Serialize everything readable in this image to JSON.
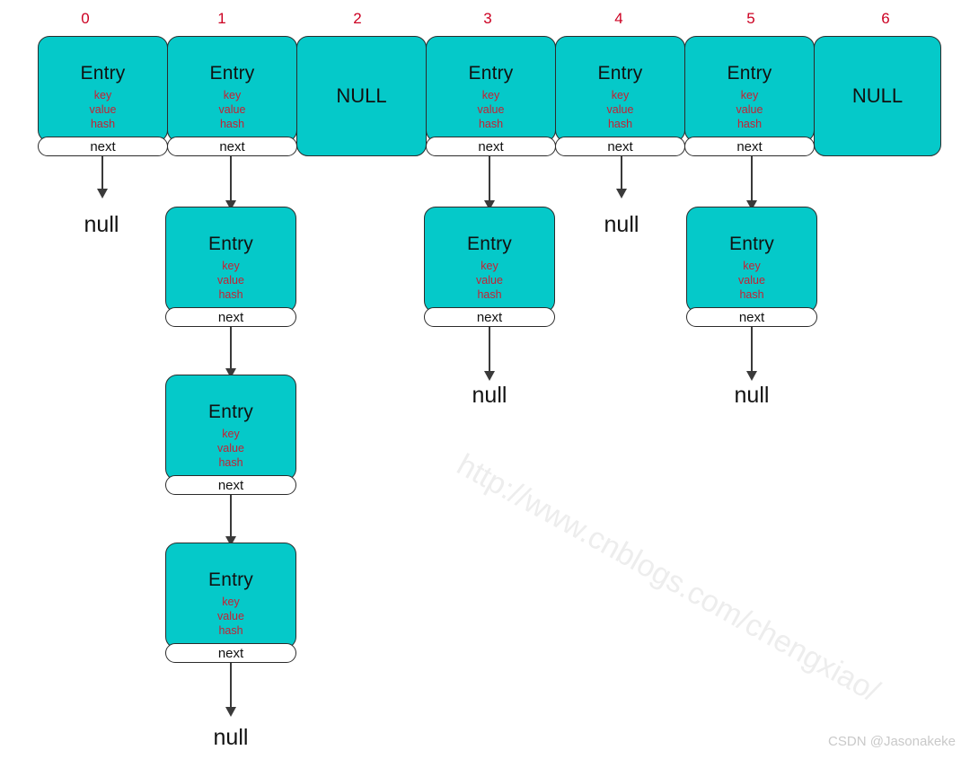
{
  "diagram": {
    "title": "HashMap bucket array with linked-list chains",
    "colors": {
      "node_fill": "#05C9C9",
      "node_stroke": "#2b2b2b",
      "index_label": "#CC0022",
      "field_text": "#C62033",
      "arrow": "#3a3a3a",
      "next_bar_fill": "#ffffff",
      "watermark": "#EDEDED",
      "credit": "#C9C9C9"
    },
    "labels": {
      "entry": "Entry",
      "null_cell": "NULL",
      "next": "next",
      "null_terminator": "null"
    },
    "entry_fields": [
      "key",
      "value",
      "hash"
    ],
    "indices": [
      "0",
      "1",
      "2",
      "3",
      "4",
      "5",
      "6"
    ],
    "buckets": [
      {
        "index": "0",
        "type": "entry",
        "title": "Entry",
        "fields": [
          "key",
          "value",
          "hash"
        ],
        "next": "next",
        "chain_length": 0
      },
      {
        "index": "1",
        "type": "entry",
        "title": "Entry",
        "fields": [
          "key",
          "value",
          "hash"
        ],
        "next": "next",
        "chain_length": 3
      },
      {
        "index": "2",
        "type": "null",
        "title": "NULL",
        "fields": [],
        "next": null,
        "chain_length": 0
      },
      {
        "index": "3",
        "type": "entry",
        "title": "Entry",
        "fields": [
          "key",
          "value",
          "hash"
        ],
        "next": "next",
        "chain_length": 1
      },
      {
        "index": "4",
        "type": "entry",
        "title": "Entry",
        "fields": [
          "key",
          "value",
          "hash"
        ],
        "next": "next",
        "chain_length": 0
      },
      {
        "index": "5",
        "type": "entry",
        "title": "Entry",
        "fields": [
          "key",
          "value",
          "hash"
        ],
        "next": "next",
        "chain_length": 1
      },
      {
        "index": "6",
        "type": "null",
        "title": "NULL",
        "fields": [],
        "next": null,
        "chain_length": 0
      }
    ],
    "chain_nodes": {
      "c1n1": {
        "title": "Entry",
        "fields": [
          "key",
          "value",
          "hash"
        ],
        "next": "next"
      },
      "c1n2": {
        "title": "Entry",
        "fields": [
          "key",
          "value",
          "hash"
        ],
        "next": "next"
      },
      "c1n3": {
        "title": "Entry",
        "fields": [
          "key",
          "value",
          "hash"
        ],
        "next": "next"
      },
      "c3n1": {
        "title": "Entry",
        "fields": [
          "key",
          "value",
          "hash"
        ],
        "next": "next"
      },
      "c5n1": {
        "title": "Entry",
        "fields": [
          "key",
          "value",
          "hash"
        ],
        "next": "next"
      }
    },
    "terminators": {
      "t0": "null",
      "t1": "null",
      "t3": "null",
      "t4": "null",
      "t5": "null"
    }
  },
  "watermark": {
    "text": "http://www.cnblogs.com/chengxiao/"
  },
  "credit": {
    "text": "CSDN @Jasonakeke"
  }
}
